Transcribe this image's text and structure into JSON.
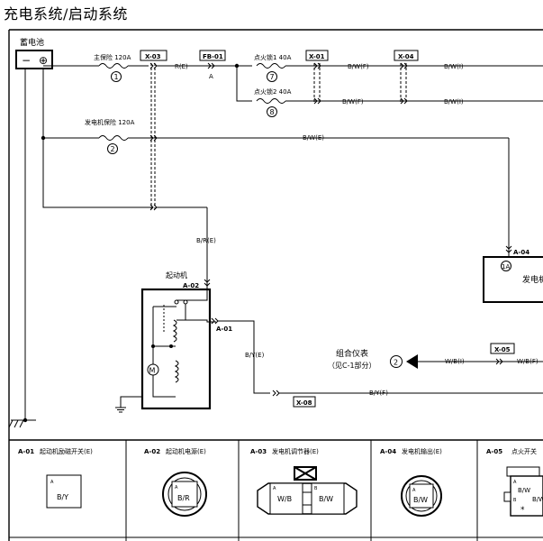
{
  "title": "充电系统/启动系统",
  "battery": {
    "label": "蓄电池",
    "minus": "−",
    "plus": "⊕"
  },
  "fuses": {
    "main": {
      "label": "主保险 120A",
      "num": "1"
    },
    "alt": {
      "label": "发电机保险 120A",
      "num": "2"
    },
    "ign1": {
      "label": "点火锁1 40A",
      "num": "7"
    },
    "ign2": {
      "label": "点火锁2 40A",
      "num": "8"
    }
  },
  "connectors": {
    "x03": "X-03",
    "fb01": "FB-01",
    "x01": "X-01",
    "x04": "X-04",
    "x05": "X-05",
    "x08": "X-08",
    "a04": "A-04",
    "a02": "A-02",
    "a01": "A-01"
  },
  "wires": {
    "re": "R(E)",
    "a": "A",
    "bwf1": "B/W(F)",
    "bwi1": "B/W(I)",
    "bwf2": "B/W(F)",
    "bwi2": "B/W(I)",
    "bwe": "B/W(E)",
    "bre": "B/R(E)",
    "bye": "B/Y(E)",
    "byf": "B/Y(F)",
    "wbi": "W/B(I)",
    "wbf": "W/B(F)"
  },
  "starter": {
    "label": "起动机",
    "motor": "M"
  },
  "alternator": {
    "label": "发电机",
    "pin": "1A"
  },
  "cluster": {
    "line1": "组合仪表",
    "line2": "（见C-1部分）",
    "pin": "2"
  },
  "legend": [
    {
      "code": "A-01",
      "desc": "起动机励磁开关(E)",
      "pins": [
        "B/Y"
      ]
    },
    {
      "code": "A-02",
      "desc": "起动机电源(E)",
      "pins": [
        "B/R"
      ]
    },
    {
      "code": "A-03",
      "desc": "发电机调节器(E)",
      "pins": [
        "W/B",
        "B/W"
      ]
    },
    {
      "code": "A-04",
      "desc": "发电机输出(E)",
      "pins": [
        "B/W"
      ]
    },
    {
      "code": "A-05",
      "desc": "点火开关",
      "pins": [
        "B/W",
        "B/W",
        "*"
      ]
    }
  ]
}
